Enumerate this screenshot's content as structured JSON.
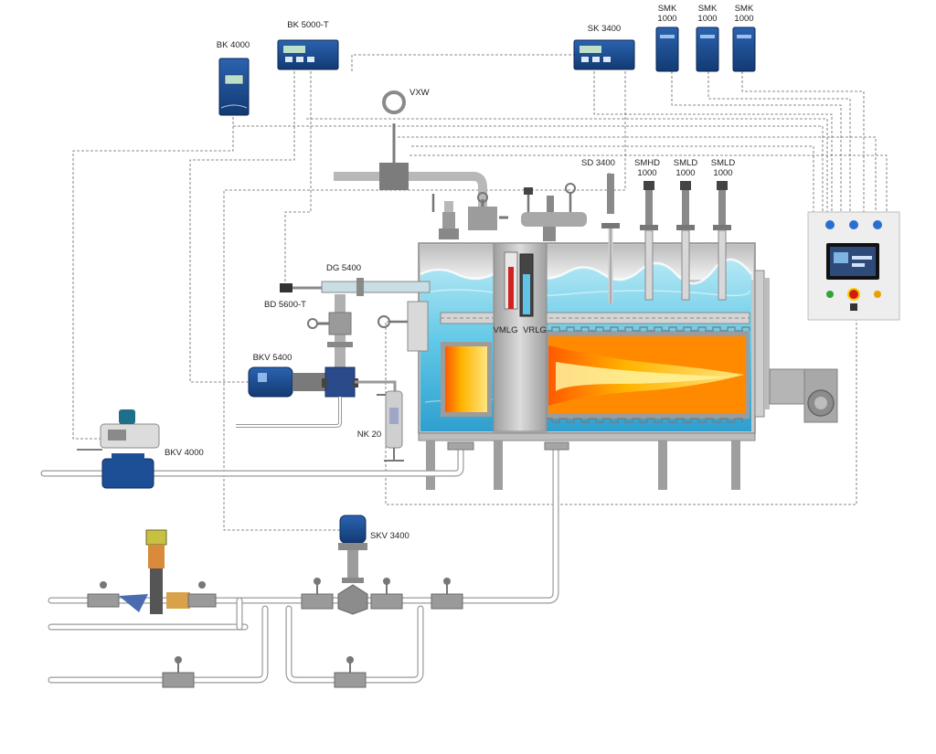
{
  "labels": {
    "bk4000": "BK 4000",
    "bk5000t": "BK 5000-T",
    "sk3400": "SK 3400",
    "smk_a": [
      "SMK",
      "1000"
    ],
    "smk_b": [
      "SMK",
      "1000"
    ],
    "smk_c": [
      "SMK",
      "1000"
    ],
    "vxw": "VXW",
    "sd3400": "SD 3400",
    "smhd": [
      "SMHD",
      "1000"
    ],
    "smld_a": [
      "SMLD",
      "1000"
    ],
    "smld_b": [
      "SMLD",
      "1000"
    ],
    "dg5400": "DG 5400",
    "bd5600t": "BD 5600-T",
    "bkv5400": "BKV 5400",
    "vmlg": "VMLG",
    "vrlg": "VRLG",
    "nk20": "NK 20",
    "bkv4000": "BKV 4000",
    "skv3400": "SKV 3400"
  },
  "colors": {
    "controller_blue": "#1d4f96",
    "water": "#5ec7e6",
    "flame": "#ffb400",
    "pipe": "#9a9a9a",
    "panel": "#eeeeee"
  }
}
